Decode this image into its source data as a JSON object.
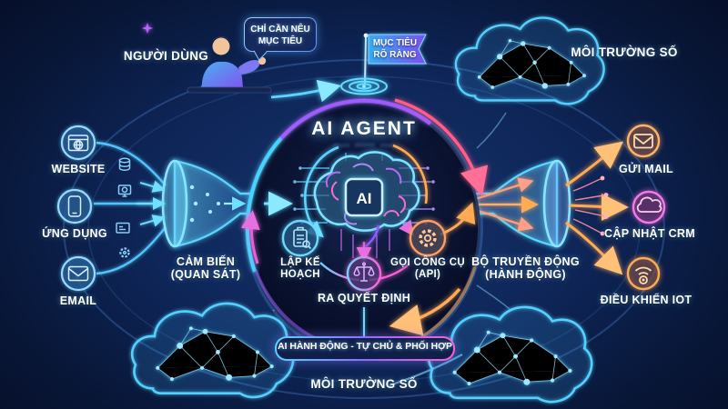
{
  "accent_colors": {
    "cyan": "#4fd4ff",
    "purple": "#a45bff",
    "magenta": "#ff5fd8",
    "orange": "#ffa451",
    "background": "#0e2557"
  },
  "user": {
    "label": "NGƯỜI DÙNG",
    "speech_line1": "CHỈ CẦN NÊU",
    "speech_line2": "MỤC TIÊU"
  },
  "goal_flag": {
    "line1": "MỤC TIÊU",
    "line2": "RÕ RÀNG"
  },
  "center": {
    "title": "AI AGENT",
    "chip": "AI",
    "planning": {
      "line1": "LẬP KẾ",
      "line2": "HOẠCH"
    },
    "decision": {
      "label": "RA QUYẾT ĐỊNH"
    },
    "tools": {
      "line1": "GỌI CÔNG CỤ",
      "line2": "(API)"
    }
  },
  "input_funnel": {
    "line1": "CẢM BIẾN",
    "line2": "(QUAN SÁT)"
  },
  "output_funnel": {
    "line1": "BỘ TRUYỀN ĐỘNG",
    "line2": "(HÀNH ĐỘNG)"
  },
  "sources": [
    {
      "label": "WEBSITE",
      "icon": "browser-globe-icon"
    },
    {
      "label": "ỨNG DỤNG",
      "icon": "smartphone-icon"
    },
    {
      "label": "EMAIL",
      "icon": "envelope-icon"
    }
  ],
  "outputs": [
    {
      "label": "GỬI MAIL",
      "icon": "mail-icon"
    },
    {
      "label": "CẬP NHẬT CRM",
      "icon": "cloud-sync-icon"
    },
    {
      "label": "ĐIỀU KHIỂN IOT",
      "icon": "iot-wifi-icon"
    }
  ],
  "environment": {
    "top_label": "MÔI TRƯỜNG SỐ",
    "bottom_label": "MÔI TRƯỜNG SỐ"
  },
  "banner": {
    "label": "AI HÀNH ĐỘNG - TỰ CHỦ & PHỐI HỢP"
  }
}
